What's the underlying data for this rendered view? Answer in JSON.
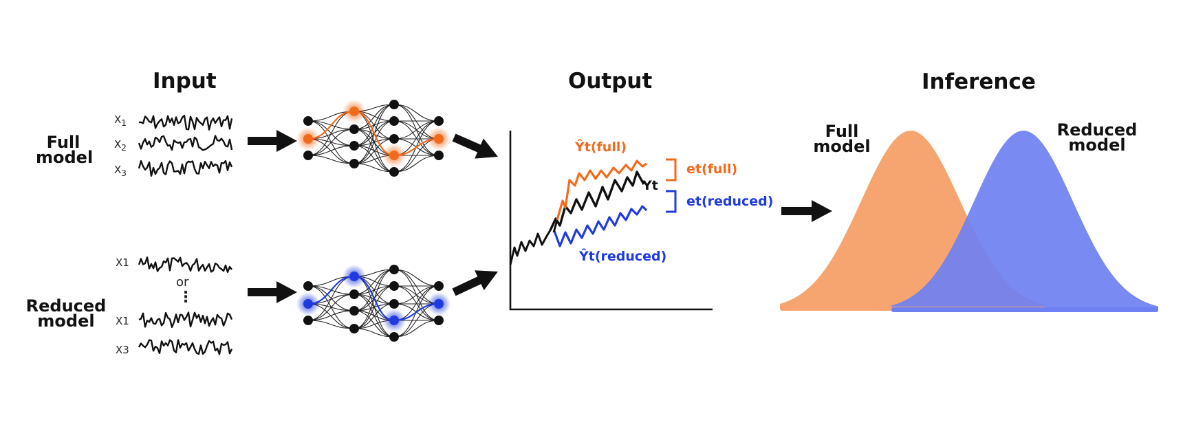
{
  "sections": {
    "input": "Input",
    "output": "Output",
    "inference": "Inference"
  },
  "models": {
    "full": [
      "Full",
      "model"
    ],
    "reduced": [
      "Reduced",
      "model"
    ]
  },
  "full_inputs": [
    {
      "base": "X",
      "sub": "1"
    },
    {
      "base": "X",
      "sub": "2"
    },
    {
      "base": "X",
      "sub": "3"
    }
  ],
  "reduced_inputs": {
    "first": "X1",
    "or": "or",
    "dots": "⋮",
    "rest": [
      "X1",
      "X3"
    ]
  },
  "output_labels": {
    "pred_full": "Ŷt(full)",
    "actual": "Yt",
    "pred_reduced": "Ŷt(reduced)",
    "err_full": "et(full)",
    "err_reduced": "et(reduced)"
  },
  "inference_labels": {
    "full": [
      "Full",
      "model"
    ],
    "reduced": [
      "Reduced",
      "model"
    ]
  },
  "colors": {
    "full": "#f26a1b",
    "reduced": "#1f3be0",
    "full_dist": "#f7a570",
    "reduced_dist": "#6f80f2",
    "overlap": "#7a5ab0",
    "ink": "#111111"
  }
}
